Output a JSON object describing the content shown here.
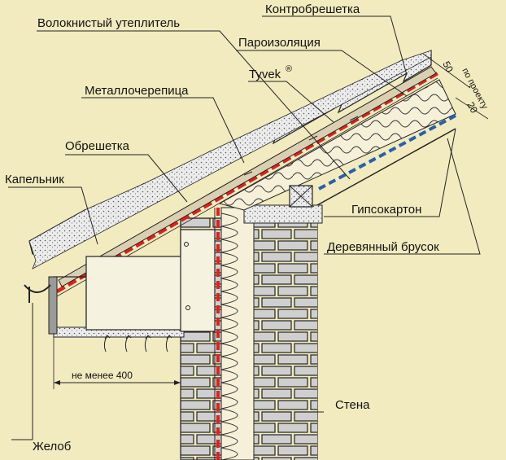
{
  "labels": {
    "kontrobreshetka": "Контробрешетка",
    "volokn_uteplitel": "Волокнистый утеплитель",
    "paroizolyatsiya": "Пароизоляция",
    "tyvek": "Tyvek",
    "tyvek_mark": "®",
    "metallocherepitsa": "Металлочерепица",
    "obreshetka": "Обрешетка",
    "kapelnik": "Капельник",
    "gipsokarton": "Гипсокартон",
    "brusok": "Деревянный брусок",
    "stena": "Стена",
    "zhelob": "Желоб"
  },
  "dimensions": {
    "d50": "50",
    "d20": "20",
    "po_proektu": "по проекту",
    "ne_menee": "не менее 400"
  },
  "colors": {
    "background": "#f2ebbf",
    "red_membrane": "#e0201c",
    "blue_membrane": "#2a5fb0",
    "brick_gray": "#cfcfcf",
    "insulation": "#f6f0d8"
  }
}
